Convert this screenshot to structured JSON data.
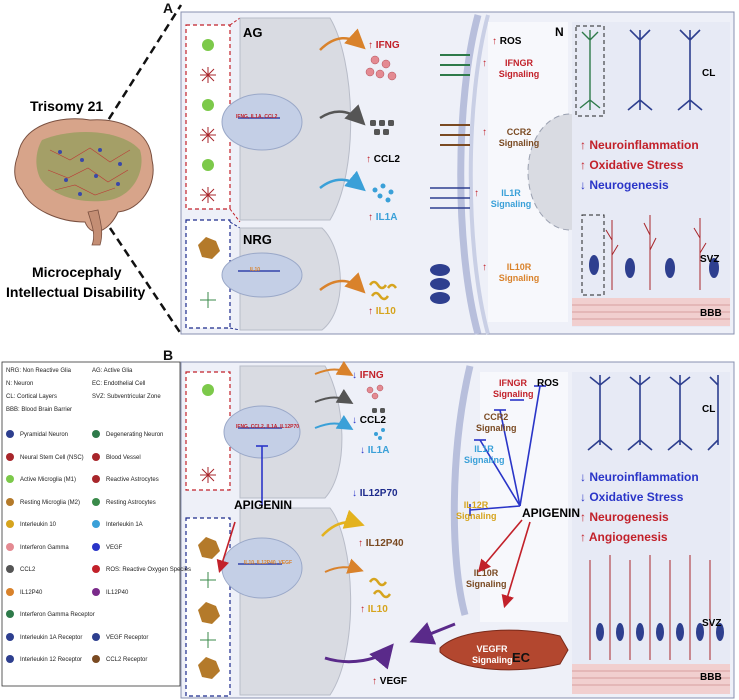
{
  "panel_a": {
    "letter": "A",
    "left_title": "Trisomy 21",
    "outcome_line1": "Microcephaly",
    "outcome_line2": "Intellectual Disability",
    "ag": "AG",
    "nrg": "NRG",
    "n": "N",
    "ifng": "IFNG",
    "ccl2": "CCL2",
    "il1a": "IL1A",
    "il10": "IL10",
    "ros": "ROS",
    "ifngr_signaling": "IFNGR Signaling",
    "ccr2_signaling": "CCR2 Signaling",
    "il1r_signaling": "IL1R Signaling",
    "il10r_signaling": "IL10R Signaling",
    "gene_label_1": "IFNG, IL1A, CCL2",
    "gene_label_2": "IL10",
    "status": [
      "Neuroinflammation",
      "Oxidative Stress",
      "Neurogenesis"
    ],
    "cl": "CL",
    "svz": "SVZ",
    "bbb": "BBB"
  },
  "panel_b": {
    "letter": "B",
    "apigenin_left": "APIGENIN",
    "apigenin_right": "APIGENIN",
    "ifng": "IFNG",
    "ccl2": "CCL2",
    "il1a": "IL1A",
    "il12p70": "IL12P70",
    "il12p40": "IL12P40",
    "il10": "IL10",
    "vegf": "VEGF",
    "ros": "ROS",
    "ifngr_signaling": "IFNGR Signaling",
    "ccr2_signaling": "CCR2 Signaling",
    "il1r_signaling": "IL1R Signaling",
    "il12r_signaling": "IL12R Signaling",
    "il10r_signaling": "IL10R Signaling",
    "vegfr_signaling": "VEGFR Signaling",
    "ec": "EC",
    "gene_label_1": "IFNG, CCL2, IL1A, IL12P70",
    "gene_label_2": "IL10, IL12P40, VEGF",
    "status": [
      "Neuroinflammation",
      "Oxidative Stress",
      "Neurogenesis",
      "Angiogenesis"
    ],
    "cl": "CL",
    "svz": "SVZ",
    "bbb": "BBB"
  },
  "legend": {
    "abbrev": [
      [
        "NRG: Non Reactive Glia",
        "AG: Active Glia"
      ],
      [
        "N: Neuron",
        "EC: Endothelial Cell"
      ],
      [
        "CL: Cortical Layers",
        "SVZ: Subventricular Zone"
      ],
      [
        "BBB: Blood Brain Barrier",
        ""
      ]
    ],
    "items": [
      [
        "Pyramidal Neuron",
        "Degenerating Neuron"
      ],
      [
        "Neural Stem Cell (NSC)",
        "Blood Vessel"
      ],
      [
        "Active Microglia (M1)",
        "Reactive Astrocytes"
      ],
      [
        "Resting Microglia (M2)",
        "Resting Astrocytes"
      ],
      [
        "Interleukin 10",
        "Interleukin 1A"
      ],
      [
        "Interferon Gamma",
        "VEGF"
      ],
      [
        "CCL2",
        "ROS: Reactive Oxygen Species"
      ],
      [
        "IL12P40",
        "IL12P40"
      ],
      [
        "Interferon Gamma Receptor",
        ""
      ],
      [
        "Interleukin 1A Receptor",
        "VEGF Receptor"
      ],
      [
        "Interleukin 12 Receptor",
        "CCL2 Receptor"
      ]
    ]
  },
  "colors": {
    "panel_bg": "#eef0f8",
    "membrane": "#c5cbe0",
    "red": "#c2212a",
    "blue": "#2a35c8",
    "neuron": "#2e3f8f",
    "vessel": "#a8262b"
  }
}
